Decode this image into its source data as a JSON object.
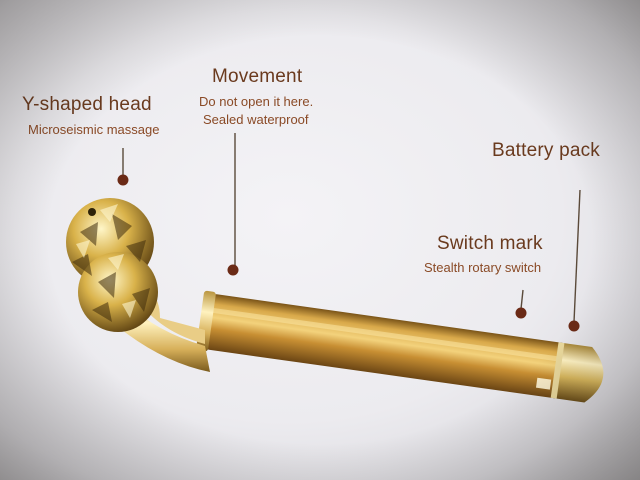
{
  "labels": {
    "y_head": {
      "title": "Y-shaped head",
      "subtitle": "Microseismic massage"
    },
    "movement": {
      "title": "Movement",
      "subtitle_line1": "Do not open it here.",
      "subtitle_line2": "Sealed waterproof"
    },
    "battery": {
      "title": "Battery pack"
    },
    "switch": {
      "title": "Switch mark",
      "subtitle": "Stealth rotary switch"
    }
  },
  "colors": {
    "label_title": "#6a3a1e",
    "label_subtitle": "#8a4a26",
    "pointer_dot": "#6b2a16",
    "gold_light": "#f2dc7a",
    "gold_mid": "#c99a3a",
    "gold_dark": "#6e4a18"
  },
  "icons": {
    "pointer": "dot-with-leader-line"
  }
}
